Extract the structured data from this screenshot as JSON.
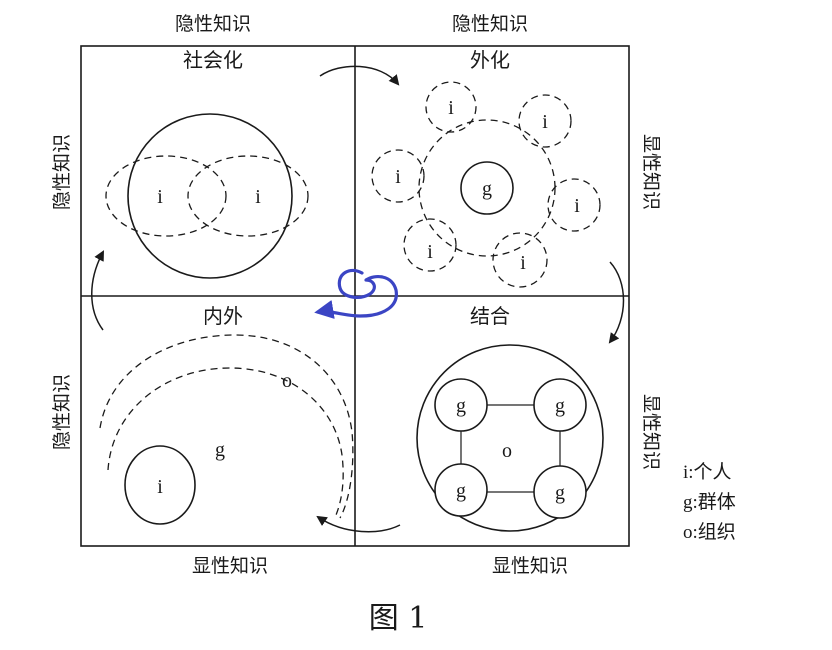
{
  "axes": {
    "top_left": "隐性知识",
    "top_right": "隐性知识",
    "left_top": "隐性知识",
    "left_bottom": "隐性知识",
    "right_top": "显性知识",
    "right_bottom": "显性知识",
    "bottom_left": "显性知识",
    "bottom_right": "显性知识"
  },
  "quadrants": {
    "socialization": {
      "title": "社会化",
      "nodes": [
        "i",
        "i"
      ]
    },
    "externalization": {
      "title": "外化",
      "center": "g",
      "nodes": [
        "i",
        "i",
        "i",
        "i",
        "i",
        "i"
      ]
    },
    "combination": {
      "title": "结合",
      "center": "o",
      "nodes": [
        "g",
        "g",
        "g",
        "g"
      ]
    },
    "internalization": {
      "title": "内外",
      "outer": "o",
      "middle": "g",
      "inner": "i"
    }
  },
  "legend": [
    {
      "text": "i:个人"
    },
    {
      "text": "g:群体"
    },
    {
      "text": "o:组织"
    }
  ],
  "caption": "图 1",
  "colors": {
    "ink": "#3b45c4",
    "line": "#1a1a1a"
  }
}
